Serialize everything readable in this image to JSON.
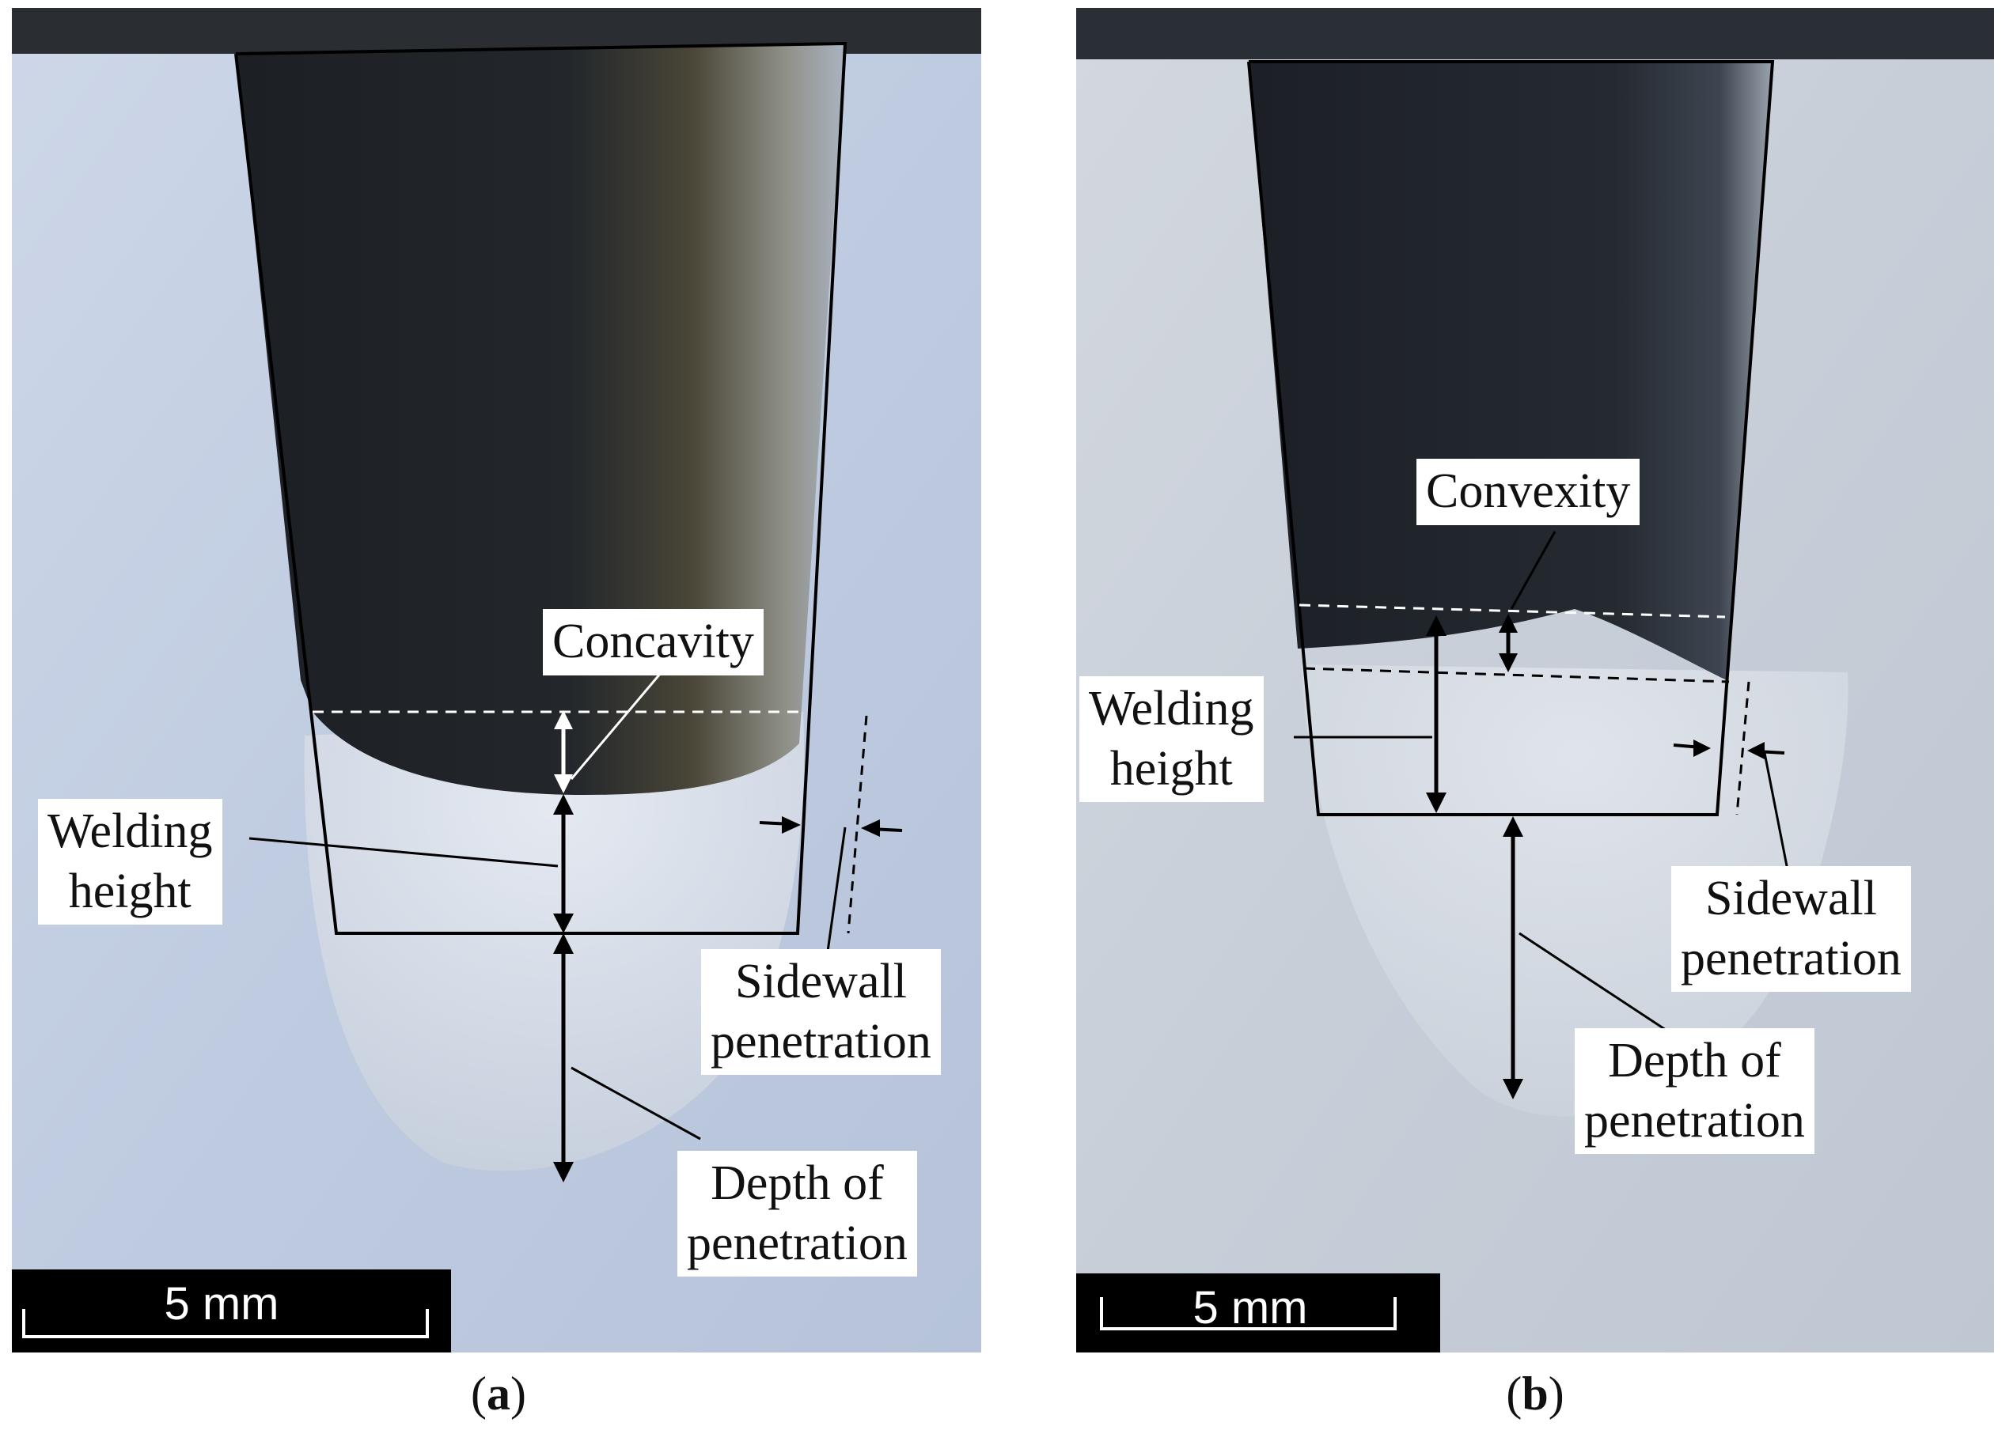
{
  "panel_a": {
    "labels": {
      "concavity": "Concavity",
      "welding_height_1": "Welding",
      "welding_height_2": "height",
      "sidewall_1": "Sidewall",
      "sidewall_2": "penetration",
      "depth_1": "Depth of",
      "depth_2": "penetration"
    },
    "scale_bar": "5 mm",
    "caption": {
      "open": "(",
      "letter": "a",
      "close": ")"
    }
  },
  "panel_b": {
    "labels": {
      "convexity": "Convexity",
      "welding_height_1": "Welding",
      "welding_height_2": "height",
      "sidewall_1": "Sidewall",
      "sidewall_2": "penetration",
      "depth_1": "Depth of",
      "depth_2": "penetration"
    },
    "scale_bar": "5 mm",
    "caption": {
      "open": "(",
      "letter": "b",
      "close": ")"
    }
  },
  "colors": {
    "background_metal": "#c3cfe2",
    "groove_dark": "#1e2226",
    "weld_bead": "#d9dfe9"
  }
}
